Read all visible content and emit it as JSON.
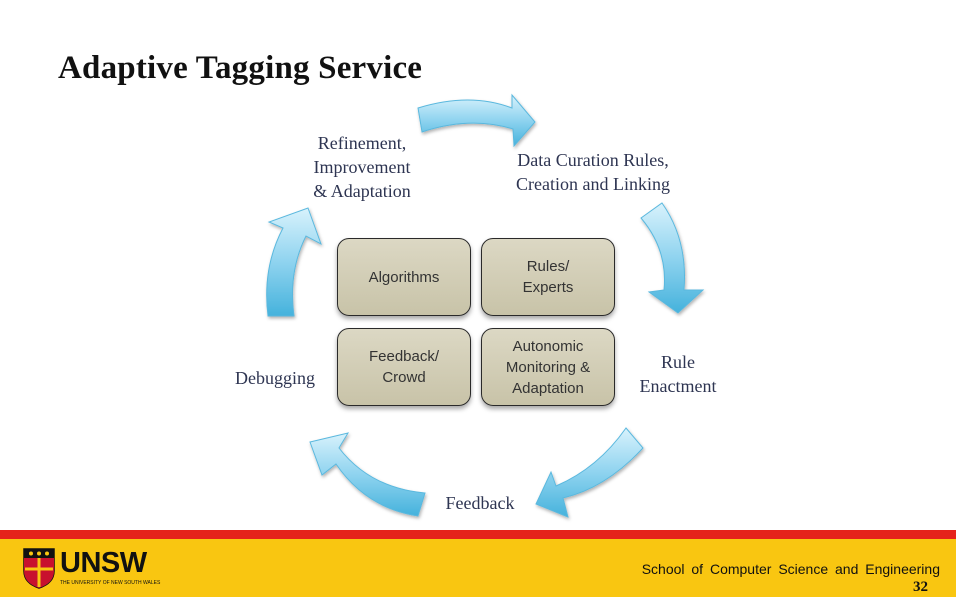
{
  "slide": {
    "title": "Adaptive Tagging Service",
    "page_number": "32"
  },
  "cycle_labels": {
    "refinement": "Refinement,\nImprovement\n& Adaptation",
    "data_curation": "Data Curation Rules,\nCreation and Linking",
    "rule_enactment": "Rule\nEnactment",
    "feedback": "Feedback",
    "debugging": "Debugging"
  },
  "boxes": {
    "algorithms": "Algorithms",
    "rules_experts": "Rules/\nExperts",
    "feedback_crowd": "Feedback/\nCrowd",
    "autonomic": "Autonomic\nMonitoring &\nAdaptation"
  },
  "footer": {
    "logo_text": "UNSW",
    "logo_subtext": "THE UNIVERSITY OF NEW SOUTH WALES",
    "school": "School of Computer Science and Engineering"
  },
  "colors": {
    "arrow_light": "#bfe8f8",
    "arrow_dark": "#4fb9e0",
    "box_fill": "#d2cdb4",
    "red_bar": "#e5231b",
    "footer_yellow": "#f9c611",
    "label_text": "#2e3552"
  }
}
